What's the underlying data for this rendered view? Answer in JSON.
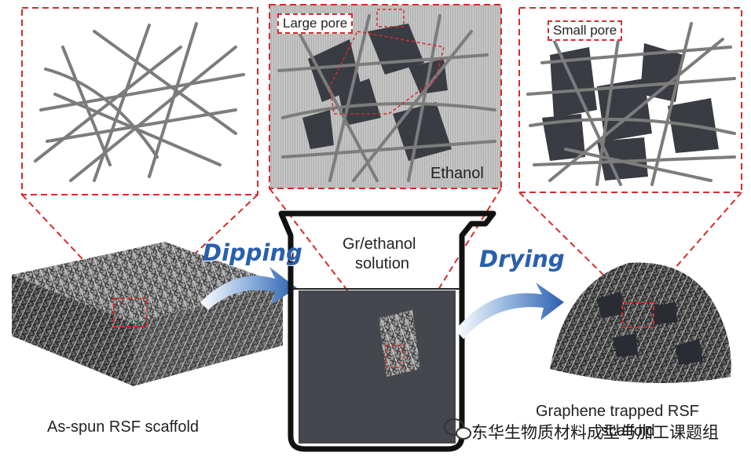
{
  "panels": {
    "left_caption": "",
    "middle_caption": "Ethanol",
    "large_pore_label": "Large pore",
    "small_pore_label": "Small pore"
  },
  "steps": {
    "dipping": "Dipping",
    "drying": "Drying"
  },
  "beaker": {
    "solution_label_line1": "Gr/ethanol",
    "solution_label_line2": "solution"
  },
  "captions": {
    "left": "As-spun RSF scaffold",
    "right_line1": "Graphene trapped RSF",
    "right_line2": "scaffold"
  },
  "watermark": {
    "text": "东华生物质材料成型与加工课题组",
    "icon": "wechat-icon"
  },
  "colors": {
    "fiber": "#7c7c7c",
    "graphene": "#3a3c44",
    "dash_red": "#d62b2b",
    "arrow_blue": "#2a5fae",
    "solution": "#45474f"
  }
}
